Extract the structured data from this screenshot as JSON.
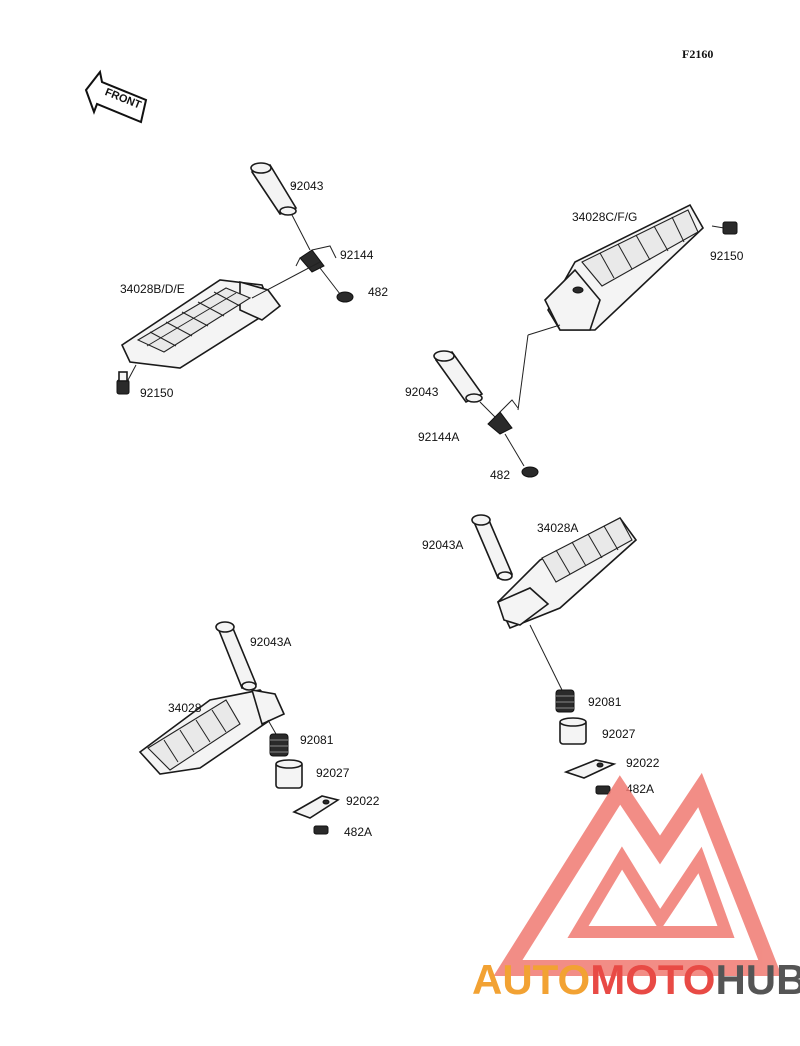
{
  "figure_code": "F2160",
  "front_arrow_label": "FRONT",
  "watermark": {
    "part1": "AUTO",
    "part2": "MOTO",
    "part3": "HUB",
    "colors": {
      "auto": "#f2a233",
      "moto": "#e84a45",
      "hub": "#555555",
      "logo": "#f07a72"
    }
  },
  "labels": {
    "pin_upper_left": "92043",
    "spring_upper_left": "92144",
    "clip_upper_left": "482",
    "footpeg_upper_left": "34028B/D/E",
    "bolt_upper_left": "92150",
    "footpeg_upper_right": "34028C/F/G",
    "bolt_upper_right": "92150",
    "pin_mid_right": "92043",
    "spring_mid_right": "92144A",
    "clip_mid_right": "482",
    "pin_lower_right": "92043A",
    "footpeg_lower_right": "34028A",
    "spring_lower_right": "92081",
    "pivot_lower_right": "92027",
    "plate_lower_right": "92022",
    "clip_lower_right": "482A",
    "pin_lower_left": "92043A",
    "footpeg_lower_left": "34028",
    "spring_lower_left": "92081",
    "pivot_lower_left": "92027",
    "plate_lower_left": "92022",
    "clip_lower_left": "482A"
  }
}
